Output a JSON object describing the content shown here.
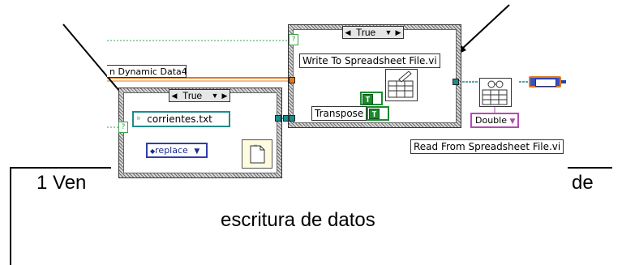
{
  "diagram": {
    "case_left": {
      "selector_value": "True"
    },
    "case_right": {
      "selector_value": "True"
    },
    "left_label": "n Dynamic Data4",
    "file_constant": "corrientes.txt",
    "mode_enum": "replace",
    "write_label": "Write To Spreadsheet File.vi",
    "transpose_label": "Transpose",
    "bool_const_1": "T",
    "bool_const_2": "T",
    "read_label": "Read From Spreadsheet File.vi",
    "type_enum": "Double",
    "case_terminal": "?",
    "colors": {
      "orange_wire": "#e07b20",
      "teal_wire": "#1f8c8c",
      "green_dotted": "#3da04a",
      "blue_enum": "#2d3fa8",
      "pink_enum": "#b04db0"
    }
  },
  "caption": {
    "line1_left": "1 Ven",
    "line1_right": "de",
    "line2": "escritura de datos"
  }
}
